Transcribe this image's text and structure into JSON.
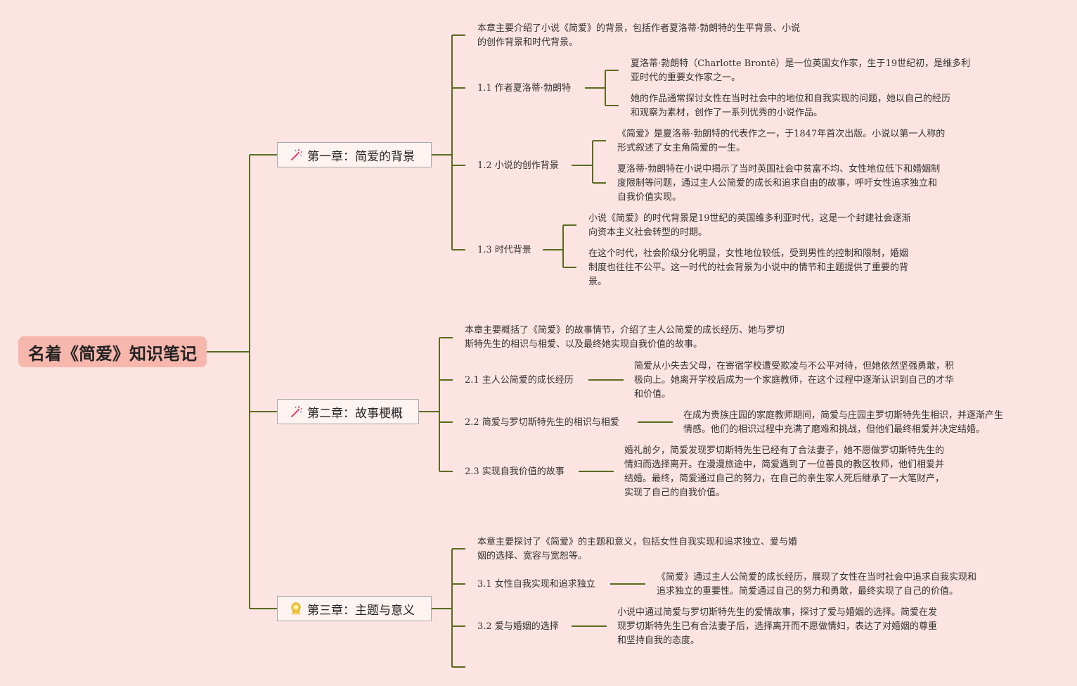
{
  "root": {
    "title": "名着《简爱》知识笔记"
  },
  "chapters": [
    {
      "title": "第一章：简爱的背景",
      "icon": "magic-wand-icon",
      "summary": [
        "本章主要介绍了小说《简爱》的背景，包括作者夏洛蒂·勃朗特的生平背景、小说",
        "的创作背景和时代背景。"
      ],
      "sections": [
        {
          "title": "1.1 作者夏洛蒂·勃朗特",
          "details": [
            [
              "夏洛蒂·勃朗特（Charlotte Brontë）是一位英国女作家，生于19世纪初，是维多利",
              "亚时代的重要女作家之一。"
            ],
            [
              "她的作品通常探讨女性在当时社会中的地位和自我实现的问题，她以自己的经历",
              "和观察为素材，创作了一系列优秀的小说作品。"
            ]
          ]
        },
        {
          "title": "1.2 小说的创作背景",
          "details": [
            [
              "《简爱》是夏洛蒂·勃朗特的代表作之一，于1847年首次出版。小说以第一人称的",
              "形式叙述了女主角简爱的一生。"
            ],
            [
              "夏洛蒂·勃朗特在小说中揭示了当时英国社会中贫富不均、女性地位低下和婚姻制",
              "度限制等问题，通过主人公简爱的成长和追求自由的故事，呼吁女性追求独立和",
              "自我价值实现。"
            ]
          ]
        },
        {
          "title": "1.3 时代背景",
          "details": [
            [
              "小说《简爱》的时代背景是19世纪的英国维多利亚时代，这是一个封建社会逐渐",
              "向资本主义社会转型的时期。"
            ],
            [
              "在这个时代，社会阶级分化明显，女性地位较低，受到男性的控制和限制，婚姻",
              "制度也往往不公平。这一时代的社会背景为小说中的情节和主题提供了重要的背",
              "景。"
            ]
          ]
        }
      ]
    },
    {
      "title": "第二章：故事梗概",
      "icon": "magic-wand-icon",
      "summary": [
        "本章主要概括了《简爱》的故事情节，介绍了主人公简爱的成长经历、她与罗切",
        "斯特先生的相识与相爱、以及最终她实现自我价值的故事。"
      ],
      "sections": [
        {
          "title": "2.1 主人公简爱的成长经历",
          "details": [
            [
              "简爱从小失去父母，在寄宿学校遭受欺凌与不公平对待，但她依然坚强勇敢，积",
              "极向上。她离开学校后成为一个家庭教师，在这个过程中逐渐认识到自己的才华",
              "和价值。"
            ]
          ]
        },
        {
          "title": "2.2 简爱与罗切斯特先生的相识与相爱",
          "details": [
            [
              "在成为贵族庄园的家庭教师期间，简爱与庄园主罗切斯特先生相识，并逐渐产生",
              "情感。他们的相识过程中充满了磨难和挑战，但他们最终相爱并决定结婚。"
            ]
          ]
        },
        {
          "title": "2.3 实现自我价值的故事",
          "details": [
            [
              "婚礼前夕，简爱发现罗切斯特先生已经有了合法妻子，她不愿做罗切斯特先生的",
              "情妇而选择离开。在漫漫旅途中，简爱遇到了一位善良的教区牧师，他们相爱并",
              "结婚。最终，简爱通过自己的努力，在自己的亲生家人死后继承了一大笔财产，",
              "实现了自己的自我价值。"
            ]
          ]
        }
      ]
    },
    {
      "title": "第三章：主题与意义",
      "icon": "award-ribbon-icon",
      "summary": [
        "本章主要探讨了《简爱》的主题和意义，包括女性自我实现和追求独立、爱与婚",
        "姻的选择、宽容与宽恕等。"
      ],
      "sections": [
        {
          "title": "3.1 女性自我实现和追求独立",
          "details": [
            [
              "《简爱》通过主人公简爱的成长经历，展现了女性在当时社会中追求自我实现和",
              "追求独立的重要性。简爱通过自己的努力和勇敢，最终实现了自己的价值。"
            ]
          ]
        },
        {
          "title": "3.2 爱与婚姻的选择",
          "details": [
            [
              "小说中通过简爱与罗切斯特先生的爱情故事，探讨了爱与婚姻的选择。简爱在发",
              "现罗切斯特先生已有合法妻子后，选择离开而不愿做情妇，表达了对婚姻的尊重",
              "和坚持自我的态度。"
            ]
          ]
        }
      ]
    }
  ],
  "colors": {
    "line": "#5b6b1e",
    "background": "#fce4e2",
    "root_fill": "#f7b7ad"
  }
}
